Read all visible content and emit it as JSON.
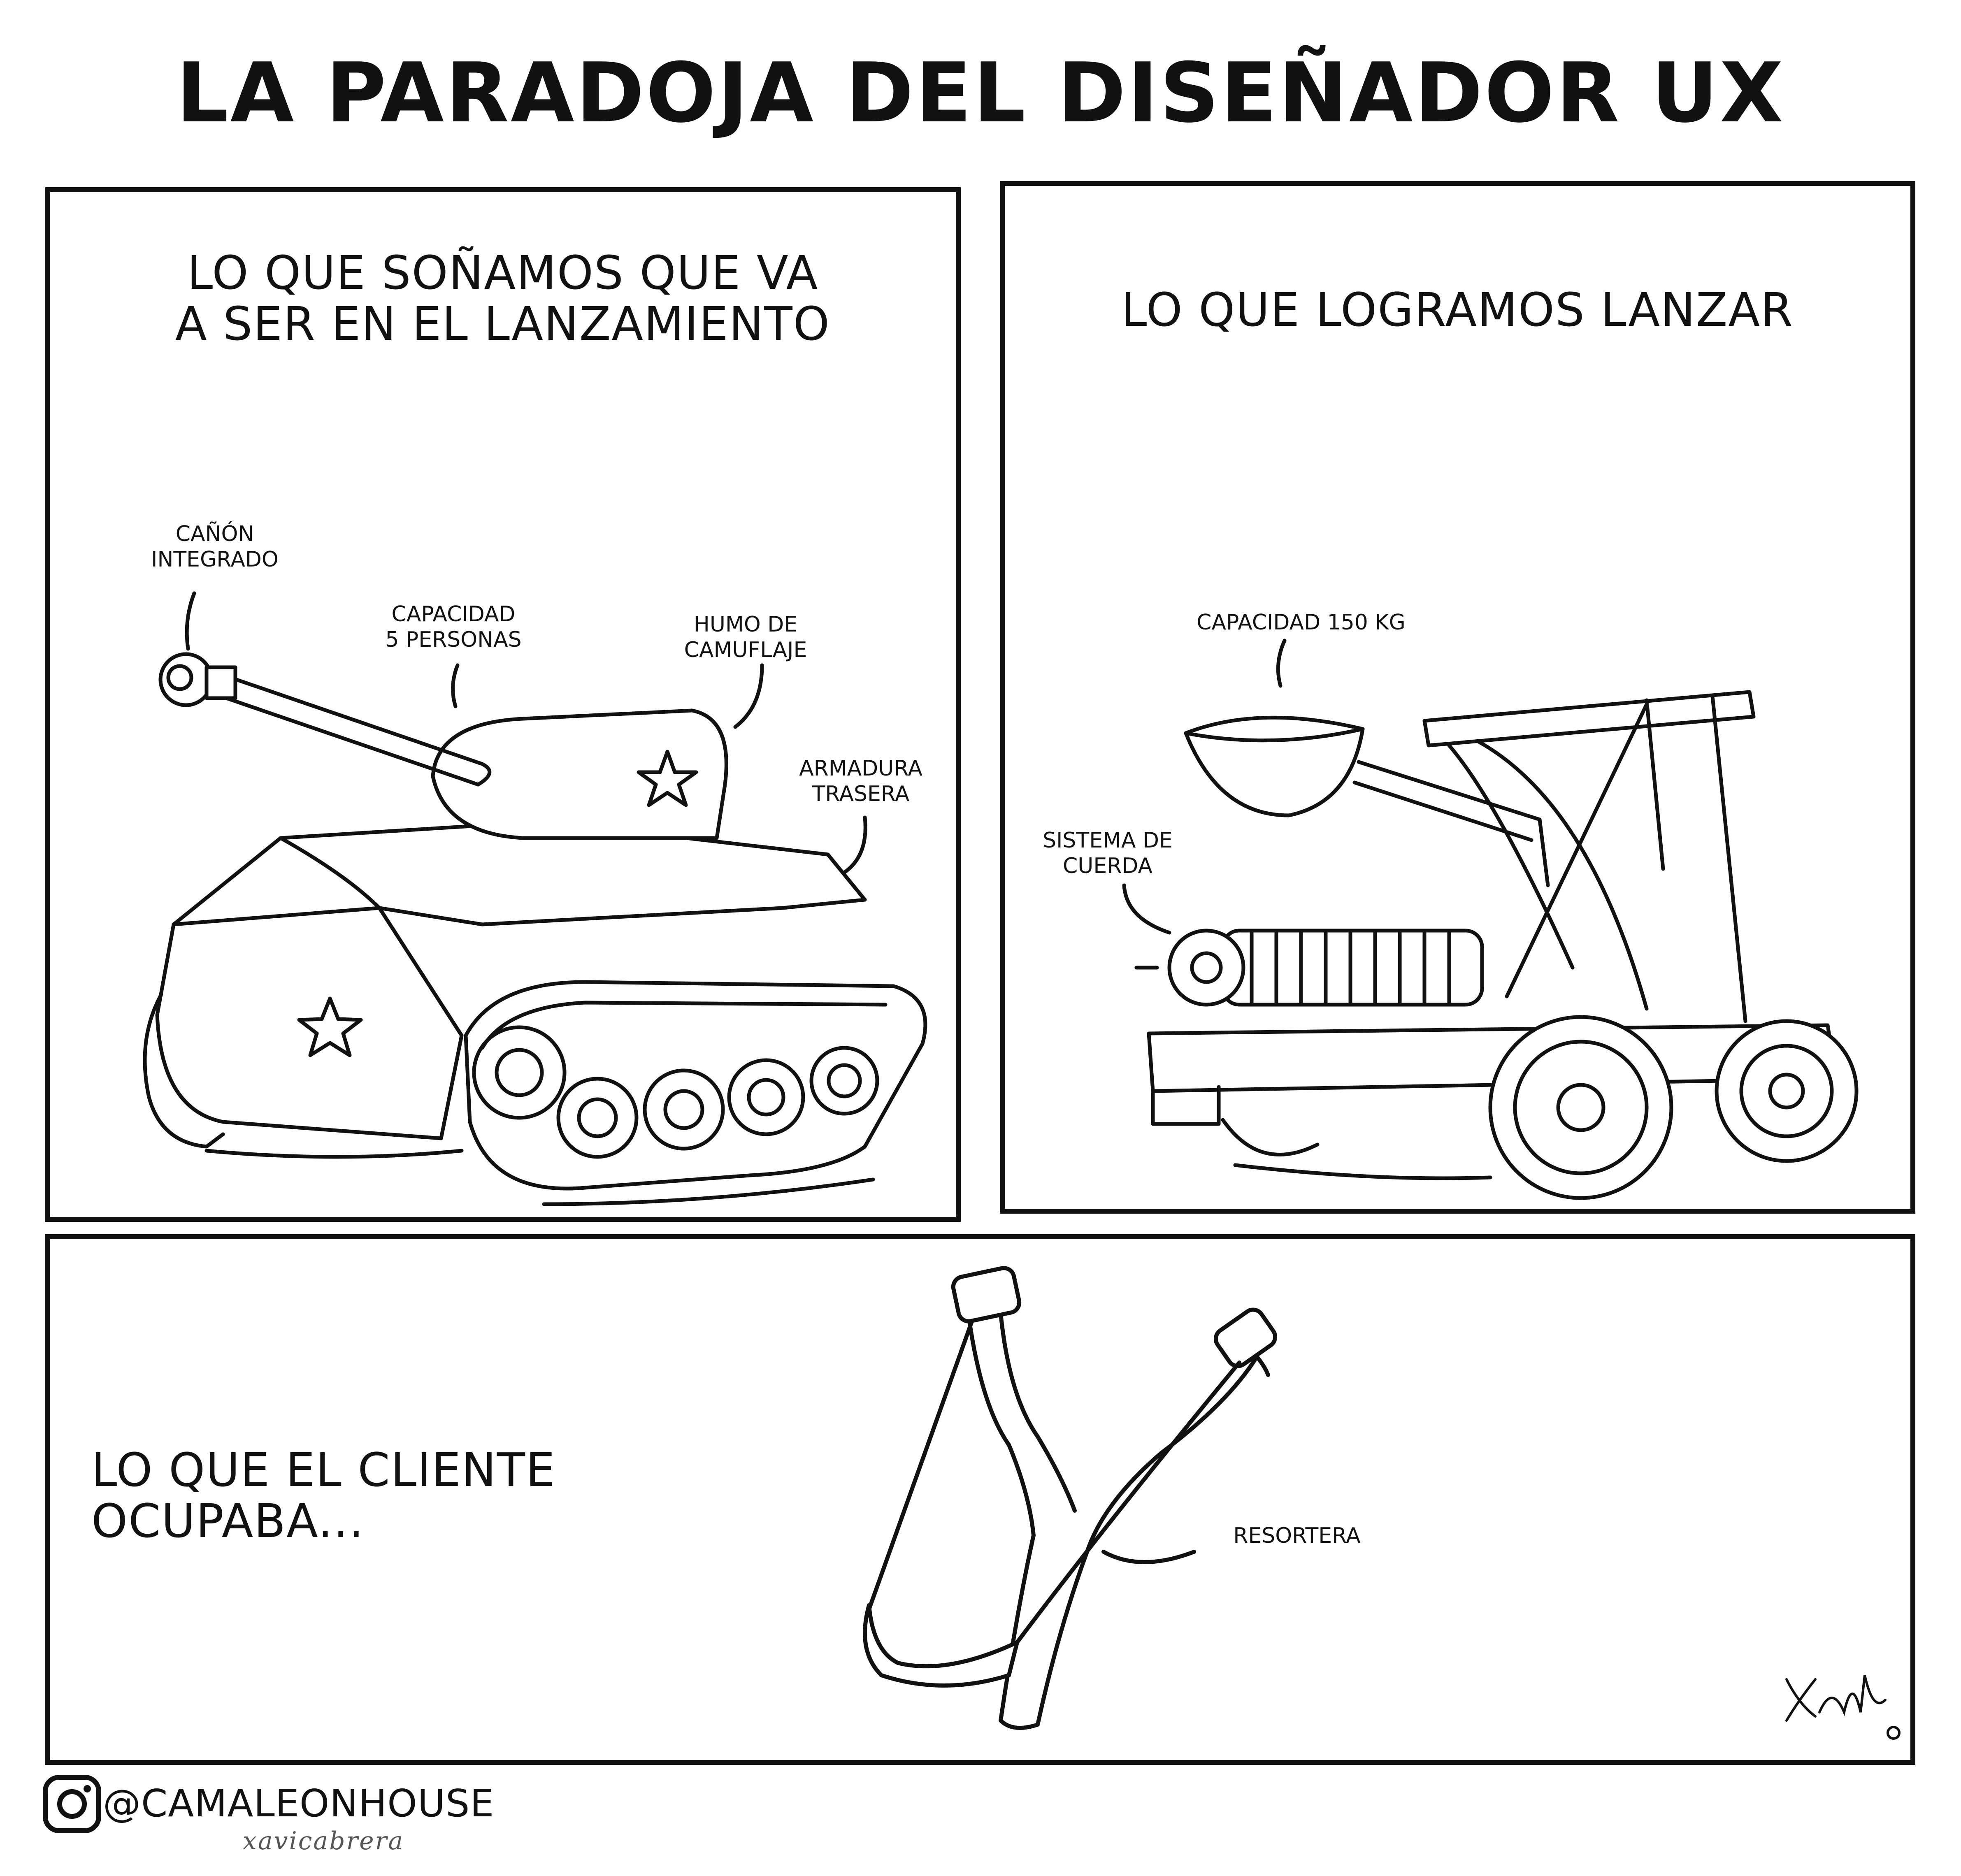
{
  "title": "LA PARADOJA DEL DISEÑADOR UX",
  "panels": {
    "dream": {
      "caption": "LO QUE SOÑAMOS QUE VA\nA SER EN EL LANZAMIENTO",
      "labels": {
        "cannon": "CAÑÓN\nINTEGRADO",
        "capacity": "CAPACIDAD\n5 PERSONAS",
        "smoke": "HUMO DE\nCAMUFLAJE",
        "armor": "ARMADURA\nTRASERA"
      }
    },
    "achieved": {
      "caption": "LO QUE LOGRAMOS LANZAR",
      "labels": {
        "capacity": "CAPACIDAD 150 KG",
        "rope": "SISTEMA DE\nCUERDA"
      }
    },
    "needed": {
      "caption": "LO QUE EL CLIENTE OCUPABA...",
      "labels": {
        "slingshot": "RESORTERA"
      }
    }
  },
  "footer": {
    "handle": "@CAMALEONHOUSE",
    "credit": "xavicabrera"
  },
  "icons": {
    "social": "instagram-icon",
    "signature": "artist-signature"
  },
  "colors": {
    "ink": "#111111",
    "paper": "#ffffff",
    "credit": "#555555"
  }
}
